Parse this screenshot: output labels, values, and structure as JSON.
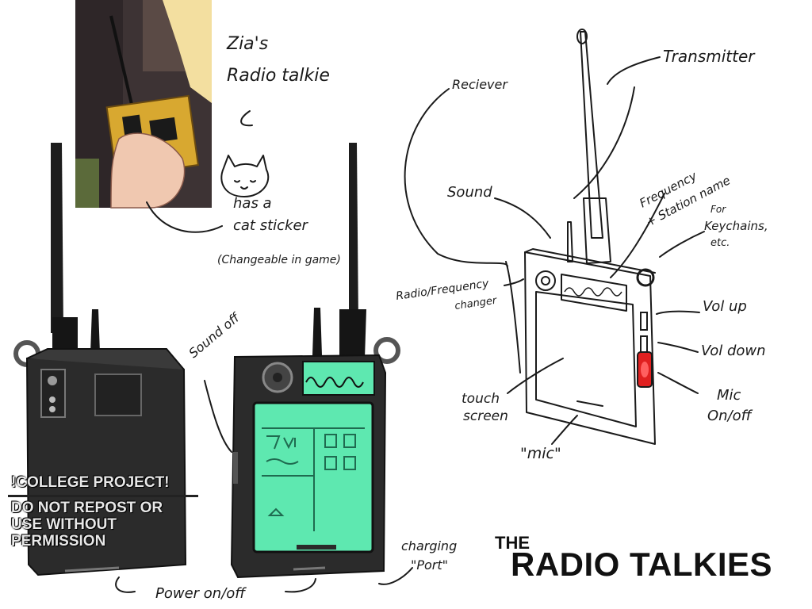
{
  "notes": {
    "zia_line1": "Zia's",
    "zia_line2": "Radio talkie",
    "sticker_line1": "has a",
    "sticker_line2": "cat sticker",
    "sticker_line3": "(Changeable in game)",
    "sound_off": "Sound off",
    "power": "Power on/off",
    "charging_line1": "charging",
    "charging_line2": "\"Port\"",
    "receiver": "Reciever",
    "transmitter": "Transmitter",
    "sound": "Sound",
    "frequency_line1": "Frequency",
    "frequency_line2": "+ Station name",
    "keychain_line1": "For",
    "keychain_line2": "Keychains,",
    "keychain_line3": "etc.",
    "radio_changer_line1": "Radio/Frequency",
    "radio_changer_line2": "changer",
    "vol_up": "Vol up",
    "vol_down": "Vol down",
    "mic_toggle_line1": "Mic",
    "mic_toggle_line2": "On/off",
    "touch_line1": "touch",
    "touch_line2": "screen",
    "mic": "\"mic\""
  },
  "watermark": {
    "line1": "!COLLEGE PROJECT!",
    "line2": "DO NOT REPOST OR",
    "line3": "USE WITHOUT",
    "line4": "PERMISSION"
  },
  "title": {
    "the": "THE",
    "main": "RADIO TALKIES"
  },
  "colors": {
    "screen_green": "#5ee8b0",
    "device_dark": "#2a2a2a",
    "mic_red": "#e02020",
    "photo_bg": "#4a3a3a",
    "radio_yellow": "#d8a830"
  }
}
